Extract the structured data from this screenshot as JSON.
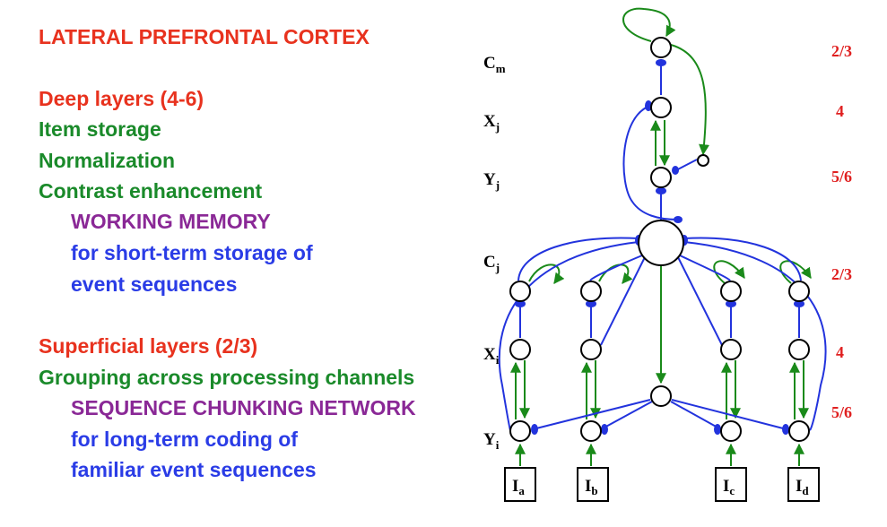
{
  "colors": {
    "red": "#e8321e",
    "green": "#1a8a2a",
    "purple": "#8a2896",
    "blue": "#2a3ce6",
    "diagram_blue": "#2233dd",
    "diagram_green": "#1a8a1a",
    "layer_label": "#e02020"
  },
  "text": {
    "title": "LATERAL PREFRONTAL CORTEX",
    "deep_heading": "Deep layers (4-6)",
    "deep_item1": "Item storage",
    "deep_item2": "Normalization",
    "deep_item3": "Contrast enhancement",
    "wm_title": "WORKING MEMORY",
    "wm_line1": "for short-term storage of",
    "wm_line2": "event sequences",
    "sup_heading": "Superficial layers (2/3)",
    "sup_item1": "Grouping across processing channels",
    "scn_title": "SEQUENCE CHUNKING NETWORK",
    "scn_line1": "for long-term coding of",
    "scn_line2": "familiar event sequences"
  },
  "diagram": {
    "row_labels": [
      {
        "base": "C",
        "sub": "m"
      },
      {
        "base": "X",
        "sub": "j"
      },
      {
        "base": "Y",
        "sub": "j"
      },
      {
        "base": "C",
        "sub": "j"
      },
      {
        "base": "X",
        "sub": "i"
      },
      {
        "base": "Y",
        "sub": "i"
      }
    ],
    "layer_labels": [
      "2/3",
      "4",
      "5/6",
      "2/3",
      "4",
      "5/6"
    ],
    "inputs": [
      {
        "base": "I",
        "sub": "a"
      },
      {
        "base": "I",
        "sub": "b"
      },
      {
        "base": "I",
        "sub": "c"
      },
      {
        "base": "I",
        "sub": "d"
      }
    ]
  }
}
